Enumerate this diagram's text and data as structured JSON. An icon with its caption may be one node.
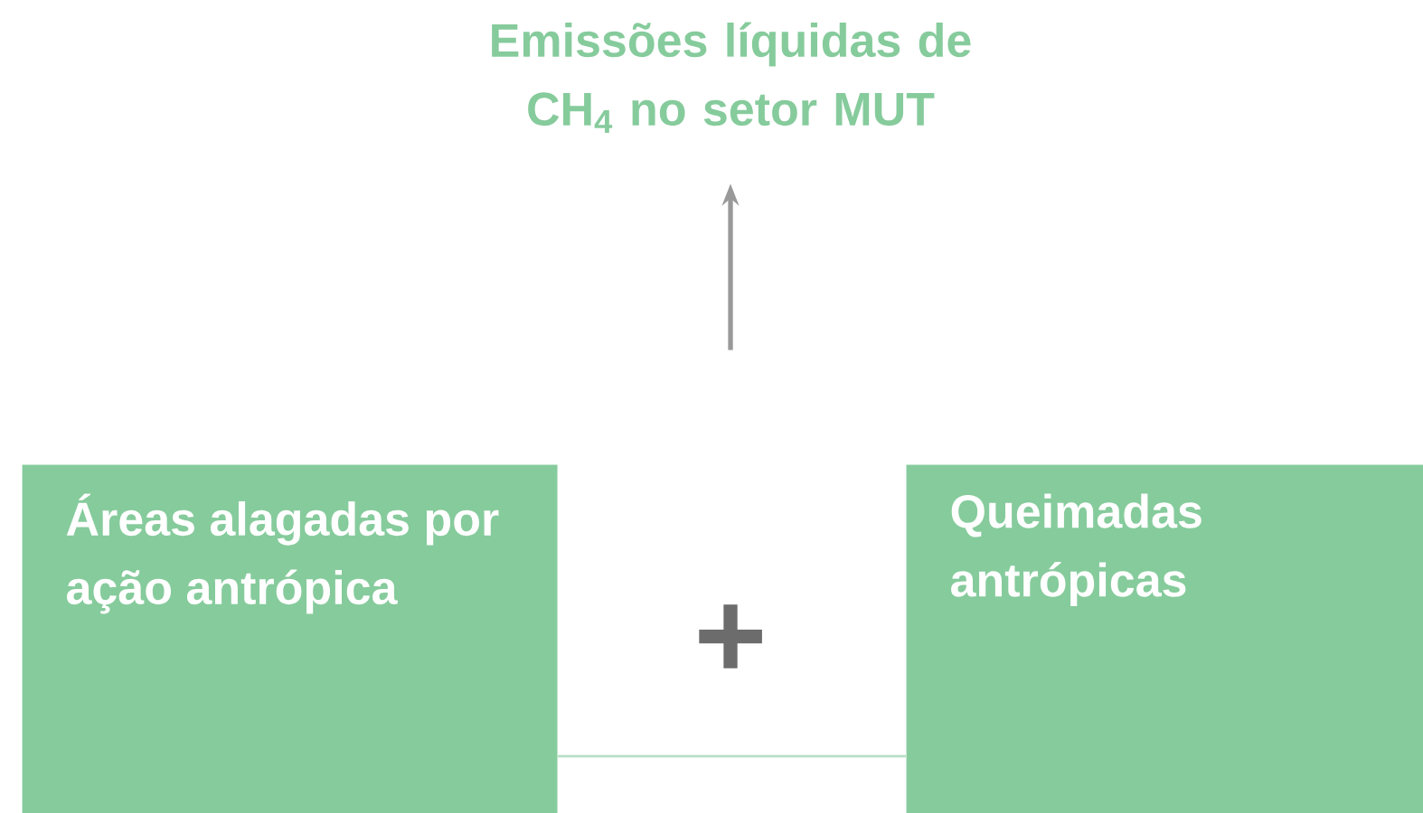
{
  "diagram": {
    "nodes": [
      {
        "text": [
          "Emissões líquidas de CH$_{4}$ no setor MUT"
        ]
      },
      {
        "text": [
          "Áreas alagadas por ação antrópica"
        ]
      },
      {
        "text": [
          "Queimadas antrópicas"
        ]
      }
    ],
    "edges": [
      {
        "from": null,
        "to": 0,
        "arrow": "to",
        "color": "#999999"
      },
      {
        "from": 1,
        "to": 2,
        "arrow": "none",
        "color": "#b7e0c4"
      }
    ],
    "labels": [
      "+"
    ]
  }
}
